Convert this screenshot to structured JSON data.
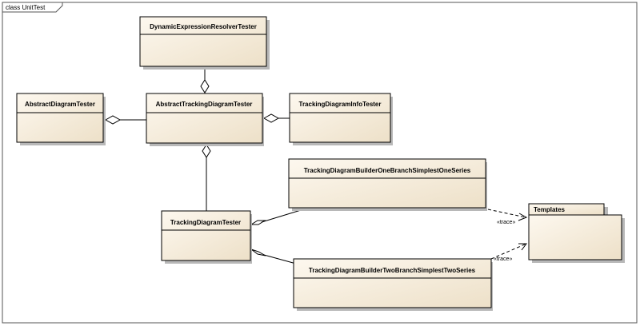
{
  "frame": {
    "title": "class UnitTest"
  },
  "classes": {
    "dynamic_expression_resolver_tester": "DynamicExpressionResolverTester",
    "abstract_diagram_tester": "AbstractDiagramTester",
    "abstract_tracking_diagram_tester": "AbstractTrackingDiagramTester",
    "tracking_diagram_info_tester": "TrackingDiagramInfoTester",
    "tracking_diagram_tester": "TrackingDiagramTester",
    "builder_one_branch": "TrackingDiagramBuilderOneBranchSimplestOneSeries",
    "builder_two_branch": "TrackingDiagramBuilderTwoBranchSimplestTwoSeries"
  },
  "package": {
    "name": "Templates"
  },
  "dependencies": {
    "trace_one": "«trace»",
    "trace_two": "«trace»"
  },
  "colors": {
    "box_fill_light": "#fdf8ef",
    "box_fill_dark": "#ede0c8",
    "shadow": "#b8b8b8"
  }
}
